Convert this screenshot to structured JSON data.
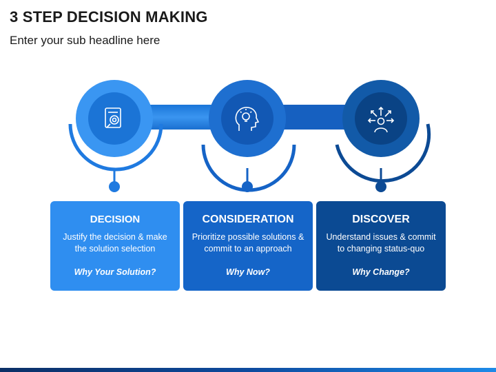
{
  "header": {
    "title": "3 STEP DECISION MAKING",
    "subtitle": "Enter your sub headline here"
  },
  "steps": [
    {
      "title": "DECISION",
      "description": "Justify the decision & make the solution selection",
      "tag": "Why Your Solution?",
      "icon": "document-target-icon",
      "color": "#2f8ef0"
    },
    {
      "title": "CONSIDERATION",
      "description": "Prioritize possible solutions & commit to an approach",
      "tag": "Why Now?",
      "icon": "head-lightbulb-icon",
      "color": "#1565c8"
    },
    {
      "title": "DISCOVER",
      "description": "Understand issues & commit to changing status-quo",
      "tag": "Why Change?",
      "icon": "person-directions-icon",
      "color": "#0b4a93"
    }
  ]
}
